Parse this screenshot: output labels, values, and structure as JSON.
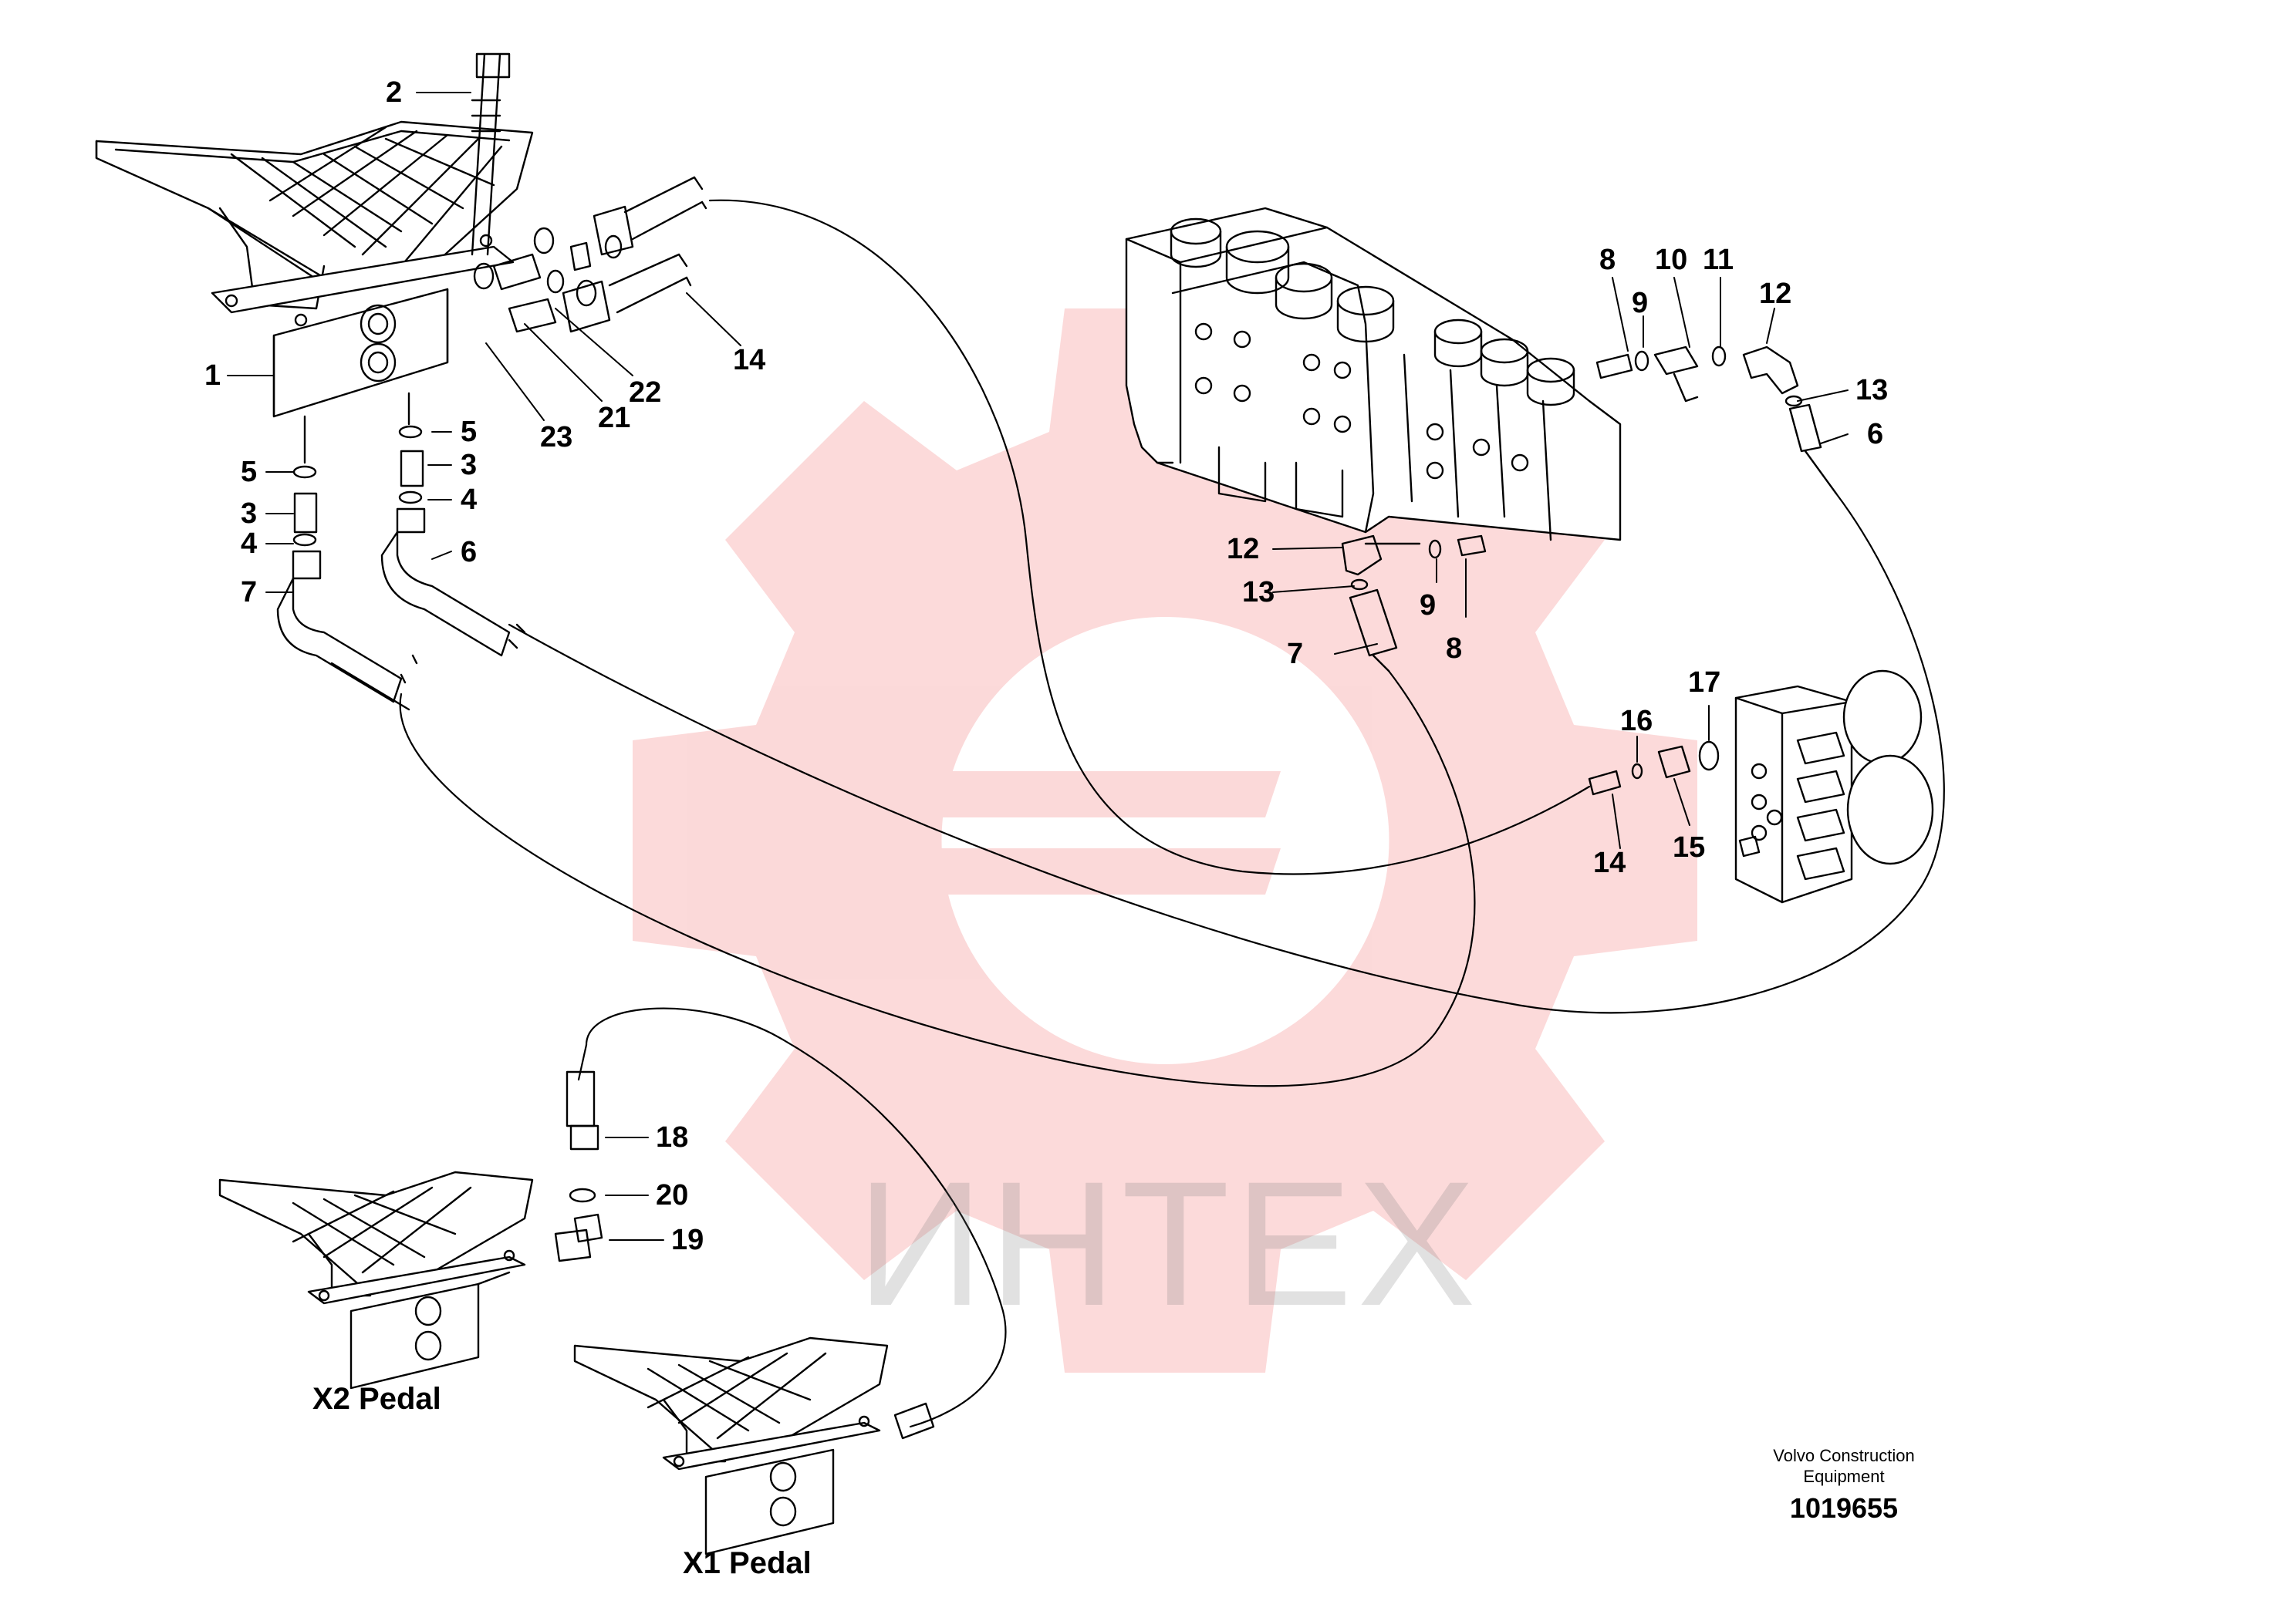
{
  "watermark": {
    "text": "ИНТЕХ",
    "logo": "gear-logo",
    "logo_color": "#f26d6d"
  },
  "callouts": [
    {
      "id": "c-2",
      "text": "2"
    },
    {
      "id": "c-1",
      "text": "1"
    },
    {
      "id": "c-14a",
      "text": "14"
    },
    {
      "id": "c-22",
      "text": "22"
    },
    {
      "id": "c-21",
      "text": "21"
    },
    {
      "id": "c-23",
      "text": "23"
    },
    {
      "id": "c-5a",
      "text": "5"
    },
    {
      "id": "c-3a",
      "text": "3"
    },
    {
      "id": "c-4a",
      "text": "4"
    },
    {
      "id": "c-6a",
      "text": "6"
    },
    {
      "id": "c-5b",
      "text": "5"
    },
    {
      "id": "c-3b",
      "text": "3"
    },
    {
      "id": "c-4b",
      "text": "4"
    },
    {
      "id": "c-7a",
      "text": "7"
    },
    {
      "id": "c-8a",
      "text": "8"
    },
    {
      "id": "c-9a",
      "text": "9"
    },
    {
      "id": "c-10",
      "text": "10"
    },
    {
      "id": "c-11",
      "text": "11"
    },
    {
      "id": "c-12a",
      "text": "12"
    },
    {
      "id": "c-13a",
      "text": "13"
    },
    {
      "id": "c-6b",
      "text": "6"
    },
    {
      "id": "c-12b",
      "text": "12"
    },
    {
      "id": "c-13b",
      "text": "13"
    },
    {
      "id": "c-7b",
      "text": "7"
    },
    {
      "id": "c-9b",
      "text": "9"
    },
    {
      "id": "c-8b",
      "text": "8"
    },
    {
      "id": "c-17",
      "text": "17"
    },
    {
      "id": "c-16",
      "text": "16"
    },
    {
      "id": "c-15",
      "text": "15"
    },
    {
      "id": "c-14b",
      "text": "14"
    },
    {
      "id": "c-18",
      "text": "18"
    },
    {
      "id": "c-20",
      "text": "20"
    },
    {
      "id": "c-19",
      "text": "19"
    }
  ],
  "pedals": {
    "x2": "X2 Pedal",
    "x1": "X1 Pedal"
  },
  "footer": {
    "maker_line1": "Volvo Construction",
    "maker_line2": "Equipment",
    "drawing_number": "1019655"
  },
  "colors": {
    "ink": "#000000",
    "watermark": "#f26d6d"
  }
}
